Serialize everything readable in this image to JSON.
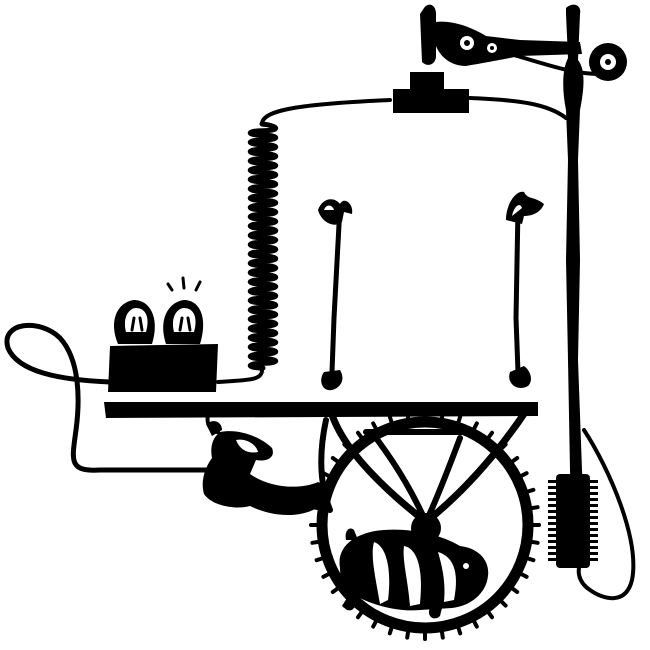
{
  "colors": {
    "ink": "#000000",
    "paper": "#ffffff"
  },
  "illustration": {
    "subject": "hamster-wheel-power-contraption",
    "parts": [
      "light-bulbs",
      "battery-box",
      "coiled-wire",
      "switch-block",
      "pulley-arm",
      "support-pole",
      "brush-roller",
      "hanging-cords",
      "wooden-shelf",
      "hamster-wheel",
      "hamster",
      "horn-speaker",
      "loose-cable"
    ]
  }
}
